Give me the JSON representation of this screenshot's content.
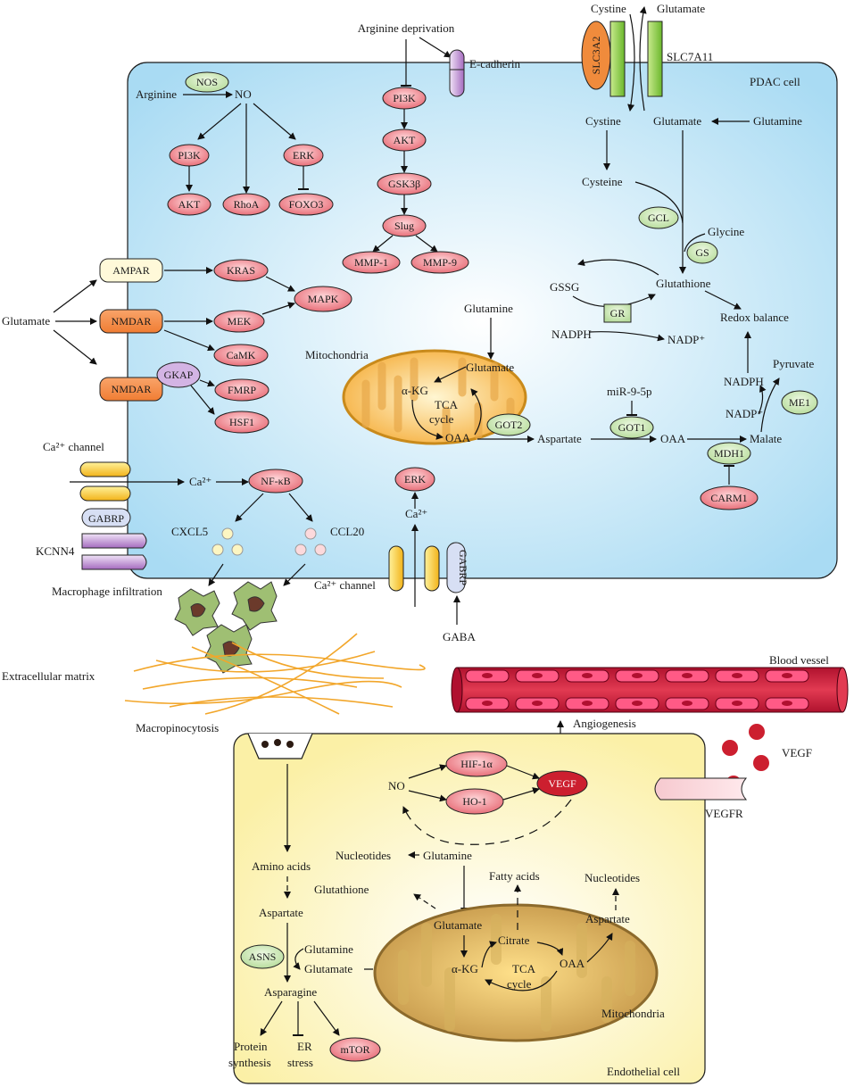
{
  "colors": {
    "pdac_cell": "#a9dbf3",
    "endothelial_cell": "#fbf0a6",
    "red_node": "#e8707a",
    "green_node": "#b9dd9e",
    "orange_receptor": "#f07d33",
    "mito": "#f6b346",
    "mito2": "#c79a4c",
    "vessel": "#d4203c",
    "vessel_cell": "#ff5a86",
    "purple": "#c8a3d8",
    "vegf_red": "#cc1f2f"
  },
  "icons": [
    "macrophage-icon",
    "ion-channel-icon",
    "mitochondria-icon",
    "blood-vessel-icon",
    "vesicle-icon"
  ],
  "top": {
    "arginine_deprivation": "Arginine deprivation",
    "e_cadherin": "E-cadherin",
    "cystine_out": "Cystine",
    "glutamate_out": "Glutamate",
    "slc3a2": "SLC3A2",
    "slc7a11": "SLC7A11"
  },
  "pdac": {
    "label": "PDAC cell",
    "nos": "NOS",
    "arginine": "Arginine",
    "no": "NO",
    "pi3k_left": "PI3K",
    "akt_left": "AKT",
    "rhoa": "RhoA",
    "erk_top": "ERK",
    "foxo3": "FOXO3",
    "pi3k_mid": "PI3K",
    "akt_mid": "AKT",
    "gsk3b": "GSK3β",
    "slug": "Slug",
    "mmp1": "MMP-1",
    "mmp9": "MMP-9",
    "cystine_in": "Cystine",
    "cysteine": "Cysteine",
    "glutamate_in": "Glutamate",
    "glutamine_in": "Glutamine",
    "gcl": "GCL",
    "glycine": "Glycine",
    "gs": "GS",
    "gssg": "GSSG",
    "glutathione": "Glutathione",
    "gr": "GR",
    "nadph_left": "NADPH",
    "nadp_plus_mid": "NADP⁺",
    "redox": "Redox balance",
    "glutamate_ext": "Glutamate",
    "ampar": "AMPAR",
    "nmdar1": "NMDAR",
    "nmdar2": "NMDAR",
    "kras": "KRAS",
    "mapk": "MAPK",
    "mek": "MEK",
    "camk": "CaMK",
    "gkap": "GKAP",
    "fmrp": "FMRP",
    "hsf1": "HSF1",
    "glutamine_mito": "Glutamine",
    "mitochondria": "Mitochondria",
    "glutamate_mito": "Glutamate",
    "akg": "α-KG",
    "tca": "TCA",
    "cycle": "cycle",
    "oaa_mito": "OAA",
    "got2": "GOT2",
    "aspartate": "Aspartate",
    "mir": "miR-9-5p",
    "got1": "GOT1",
    "oaa_cyt": "OAA",
    "malate": "Malate",
    "mdh1": "MDH1",
    "carm1": "CARM1",
    "pyruvate": "Pyruvate",
    "nadph_right": "NADPH",
    "nadp_plus_right": "NADP⁺",
    "me1": "ME1",
    "ca_channel_left": "Ca²⁺ channel",
    "ca2_left": "Ca²⁺",
    "nfkb": "NF-κB",
    "cxcl5": "CXCL5",
    "ccl20": "CCL20",
    "gabrp_left": "GABRP",
    "kcnn4": "KCNN4",
    "erk_mid": "ERK",
    "ca2_mid": "Ca²⁺",
    "ca_channel_mid": "Ca²⁺ channel",
    "gabrp_mid": "GABRP",
    "gaba": "GABA"
  },
  "outside": {
    "macrophage": "Macrophage infiltration",
    "ecm": "Extracellular matrix",
    "blood_vessel": "Blood vessel",
    "angiogenesis": "Angiogenesis",
    "macropinocytosis": "Macropinocytosis",
    "vegf_out": "VEGF",
    "vegfr": "VEGFR"
  },
  "endo": {
    "label": "Endothelial cell",
    "no": "NO",
    "hif": "HIF-1α",
    "ho1": "HO-1",
    "vegf": "VEGF",
    "nucleotides_left": "Nucleotides",
    "glutamine_top": "Glutamine",
    "glutathione": "Glutathione",
    "fatty_acids": "Fatty acids",
    "nucleotides_right": "Nucleotides",
    "amino_acids": "Amino acids",
    "aspartate_left": "Aspartate",
    "asns": "ASNS",
    "glutamine_side": "Glutamine",
    "glutamate_side": "Glutamate",
    "asparagine": "Asparagine",
    "protein1": "Protein",
    "protein2": "synthesis",
    "er1": "ER",
    "er2": "stress",
    "mtor": "mTOR",
    "glutamate_mito": "Glutamate",
    "citrate": "Citrate",
    "akg": "α-KG",
    "tca": "TCA",
    "cycle": "cycle",
    "oaa": "OAA",
    "aspartate_right": "Aspartate",
    "mitochondria": "Mitochondria"
  }
}
